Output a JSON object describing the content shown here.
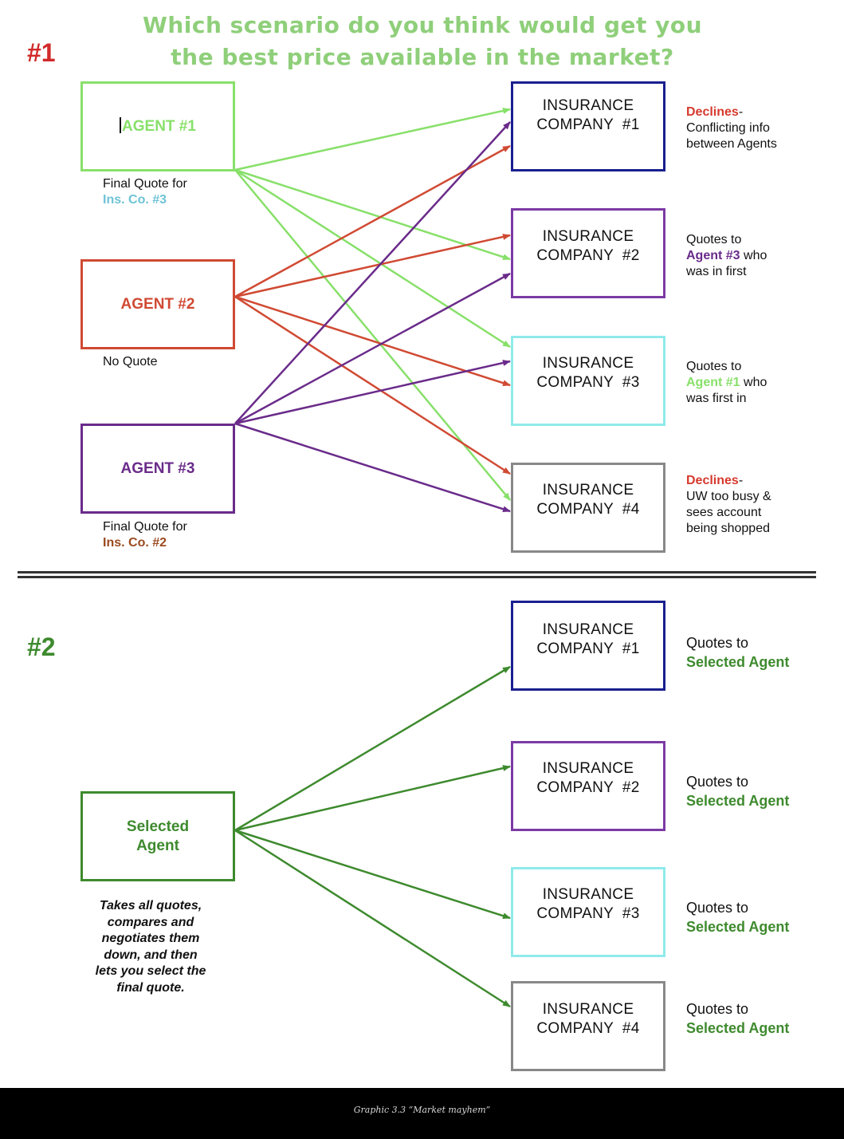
{
  "title": {
    "line1": "Which scenario do you think would get you",
    "line2": "the best price available in the market?"
  },
  "scenario1": {
    "label": "#1",
    "agents": [
      {
        "label": "AGENT #1",
        "note_line1": "Final Quote for",
        "note_line2": "Ins. Co. #3"
      },
      {
        "label": "AGENT #2",
        "note_line1": "No Quote",
        "note_line2": ""
      },
      {
        "label": "AGENT #3",
        "note_line1": "Final Quote for",
        "note_line2": "Ins. Co. #2"
      }
    ],
    "companies": [
      {
        "line1": "INSURANCE",
        "line2": "COMPANY  #1"
      },
      {
        "line1": "INSURANCE",
        "line2": "COMPANY  #2"
      },
      {
        "line1": "INSURANCE",
        "line2": "COMPANY  #3"
      },
      {
        "line1": "INSURANCE",
        "line2": "COMPANY  #4"
      }
    ],
    "outcomes": [
      {
        "highlight": "Declines",
        "dash": "-",
        "line2": "Conflicting info",
        "line3": "between Agents"
      },
      {
        "line1": "Quotes to",
        "highlight": "Agent #3",
        "rest": " who",
        "line3": "was in first"
      },
      {
        "line1": "Quotes to",
        "highlight": "Agent #1",
        "rest": " who",
        "line3": "was first in"
      },
      {
        "highlight": "Declines",
        "dash": "-",
        "line2": "UW too busy &",
        "line3": "sees account",
        "line4": "being shopped"
      }
    ]
  },
  "scenario2": {
    "label": "#2",
    "agent": {
      "line1": "Selected",
      "line2": "Agent"
    },
    "agent_note": [
      "Takes all quotes,",
      "compares and",
      "negotiates them",
      "down, and then",
      "lets you select the",
      "final quote."
    ],
    "companies": [
      {
        "line1": "INSURANCE",
        "line2": "COMPANY  #1"
      },
      {
        "line1": "INSURANCE",
        "line2": "COMPANY  #2"
      },
      {
        "line1": "INSURANCE",
        "line2": "COMPANY  #3"
      },
      {
        "line1": "INSURANCE",
        "line2": "COMPANY  #4"
      }
    ],
    "outcomes": [
      {
        "line1": "Quotes to",
        "line2": "Selected Agent"
      },
      {
        "line1": "Quotes to",
        "line2": "Selected Agent"
      },
      {
        "line1": "Quotes to",
        "line2": "Selected Agent"
      },
      {
        "line1": "Quotes to",
        "line2": "Selected Agent"
      }
    ]
  },
  "caption": "Graphic 3.3 “Market mayhem”",
  "colors": {
    "title": "#8fcf7a",
    "label1": "#d12a2a",
    "label2": "#3e8a2e",
    "agent1": "#88e06a",
    "agent2": "#d04a33",
    "agent3": "#6a2b8a",
    "selected": "#3e8a2e",
    "company1": "#1a1f8f",
    "company2": "#7b3aa4",
    "company3": "#8feaea",
    "company4": "#888888",
    "declines": "#d63a2e",
    "agent1_text": "#88e06a",
    "agent3_text": "#6a2b8a",
    "ins3_text": "#6ec3d6",
    "ins2_text": "#9a4a1f",
    "selected_text": "#3e8a2e"
  }
}
